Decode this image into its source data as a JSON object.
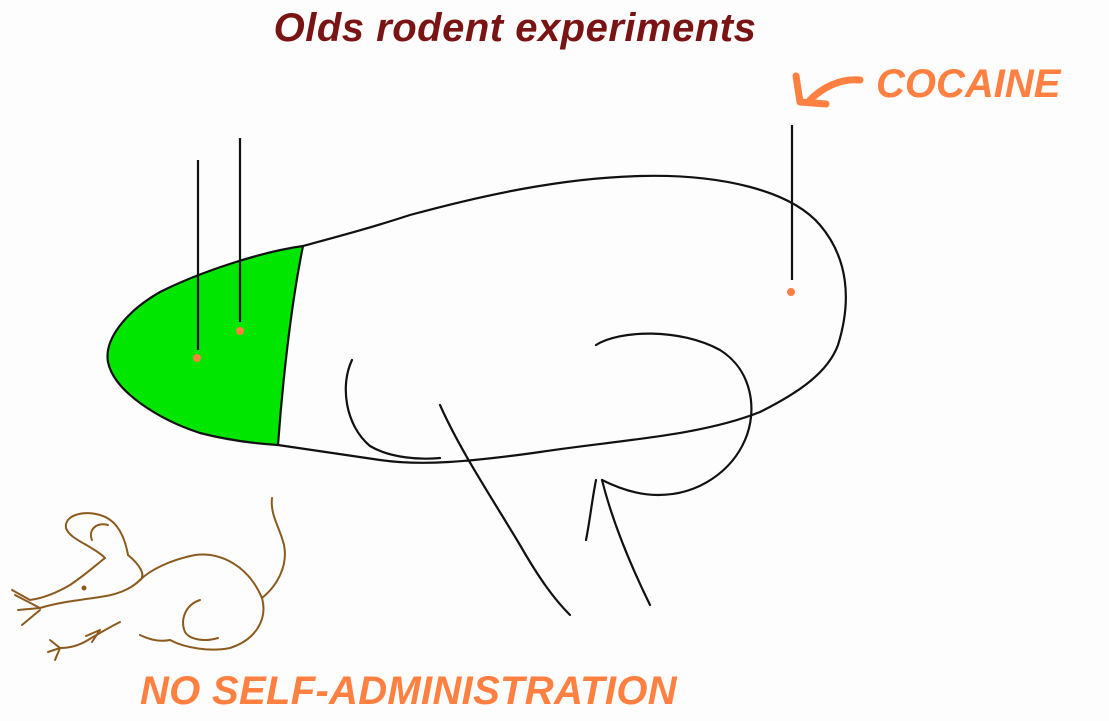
{
  "diagram": {
    "title": "Olds rodent experiments",
    "drug_label": "COCAINE",
    "bottom_label": "NO SELF-ADMINISTRATION"
  },
  "colors": {
    "title": "#7a1414",
    "accent": "#ff8040",
    "frontal_region_fill": "#00e600",
    "outline": "#111111",
    "mouse": "#8b5a1e",
    "electrode_tip": "#ff8040"
  },
  "icons": {
    "drug_arrow": "curved-arrow-icon",
    "animal": "mouse-icon"
  }
}
